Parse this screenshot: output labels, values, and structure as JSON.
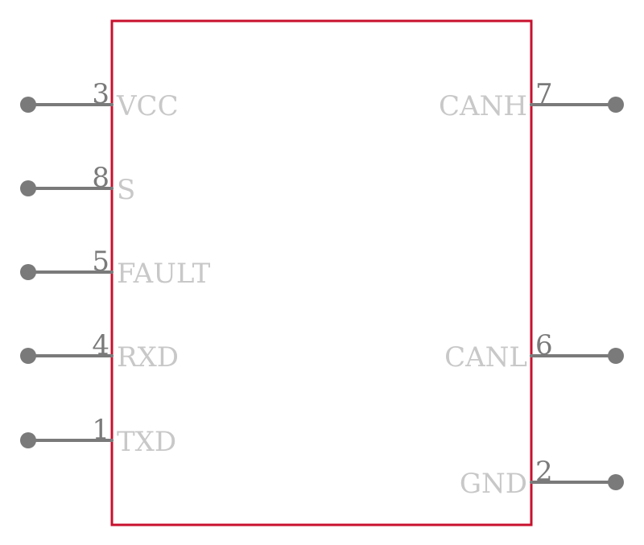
{
  "colors": {
    "body_outline": "#c8102e",
    "pin": "#7a7a7a",
    "pin_name": "#c8c8c8",
    "background": "#ffffff"
  },
  "pins": {
    "vcc": {
      "number": "3",
      "name": "VCC",
      "side": "left"
    },
    "s": {
      "number": "8",
      "name": "S",
      "side": "left"
    },
    "fault": {
      "number": "5",
      "name": "FAULT",
      "side": "left"
    },
    "rxd": {
      "number": "4",
      "name": "RXD",
      "side": "left"
    },
    "txd": {
      "number": "1",
      "name": "TXD",
      "side": "left"
    },
    "canh": {
      "number": "7",
      "name": "CANH",
      "side": "right"
    },
    "canl": {
      "number": "6",
      "name": "CANL",
      "side": "right"
    },
    "gnd": {
      "number": "2",
      "name": "GND",
      "side": "right"
    }
  }
}
